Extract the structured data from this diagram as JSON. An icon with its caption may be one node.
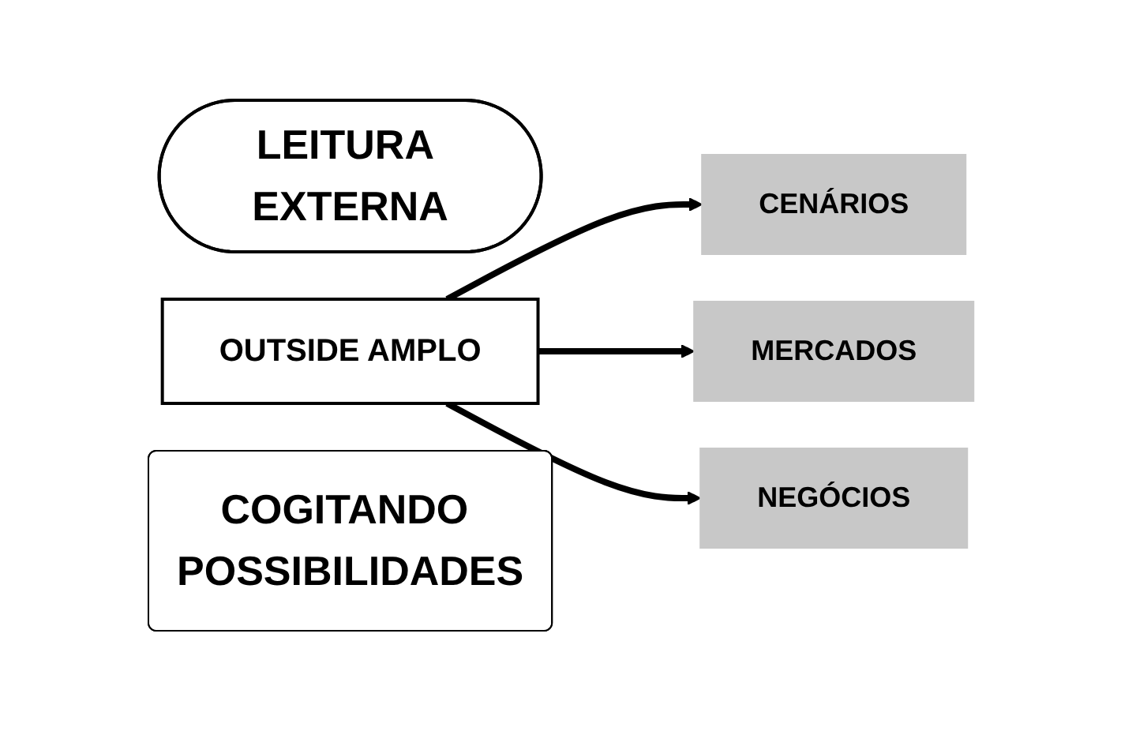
{
  "diagram": {
    "nodes": [
      {
        "text": [
          "LEITURA EXTERNA"
        ]
      },
      {
        "text": [
          "OUTSIDE AMPLO"
        ]
      },
      {
        "text": [
          "CENÁRIOS"
        ]
      },
      {
        "text": [
          "MERCADOS"
        ]
      },
      {
        "text": [
          "NEGÓCIOS"
        ]
      },
      {
        "text": [
          "COGITANDO POSSIBILIDADES"
        ]
      }
    ],
    "edges": [
      {
        "from": 1,
        "to": 2,
        "arrow": "to"
      },
      {
        "from": 1,
        "to": 3,
        "arrow": "to"
      },
      {
        "from": 1,
        "to": 4,
        "arrow": "to"
      }
    ]
  }
}
